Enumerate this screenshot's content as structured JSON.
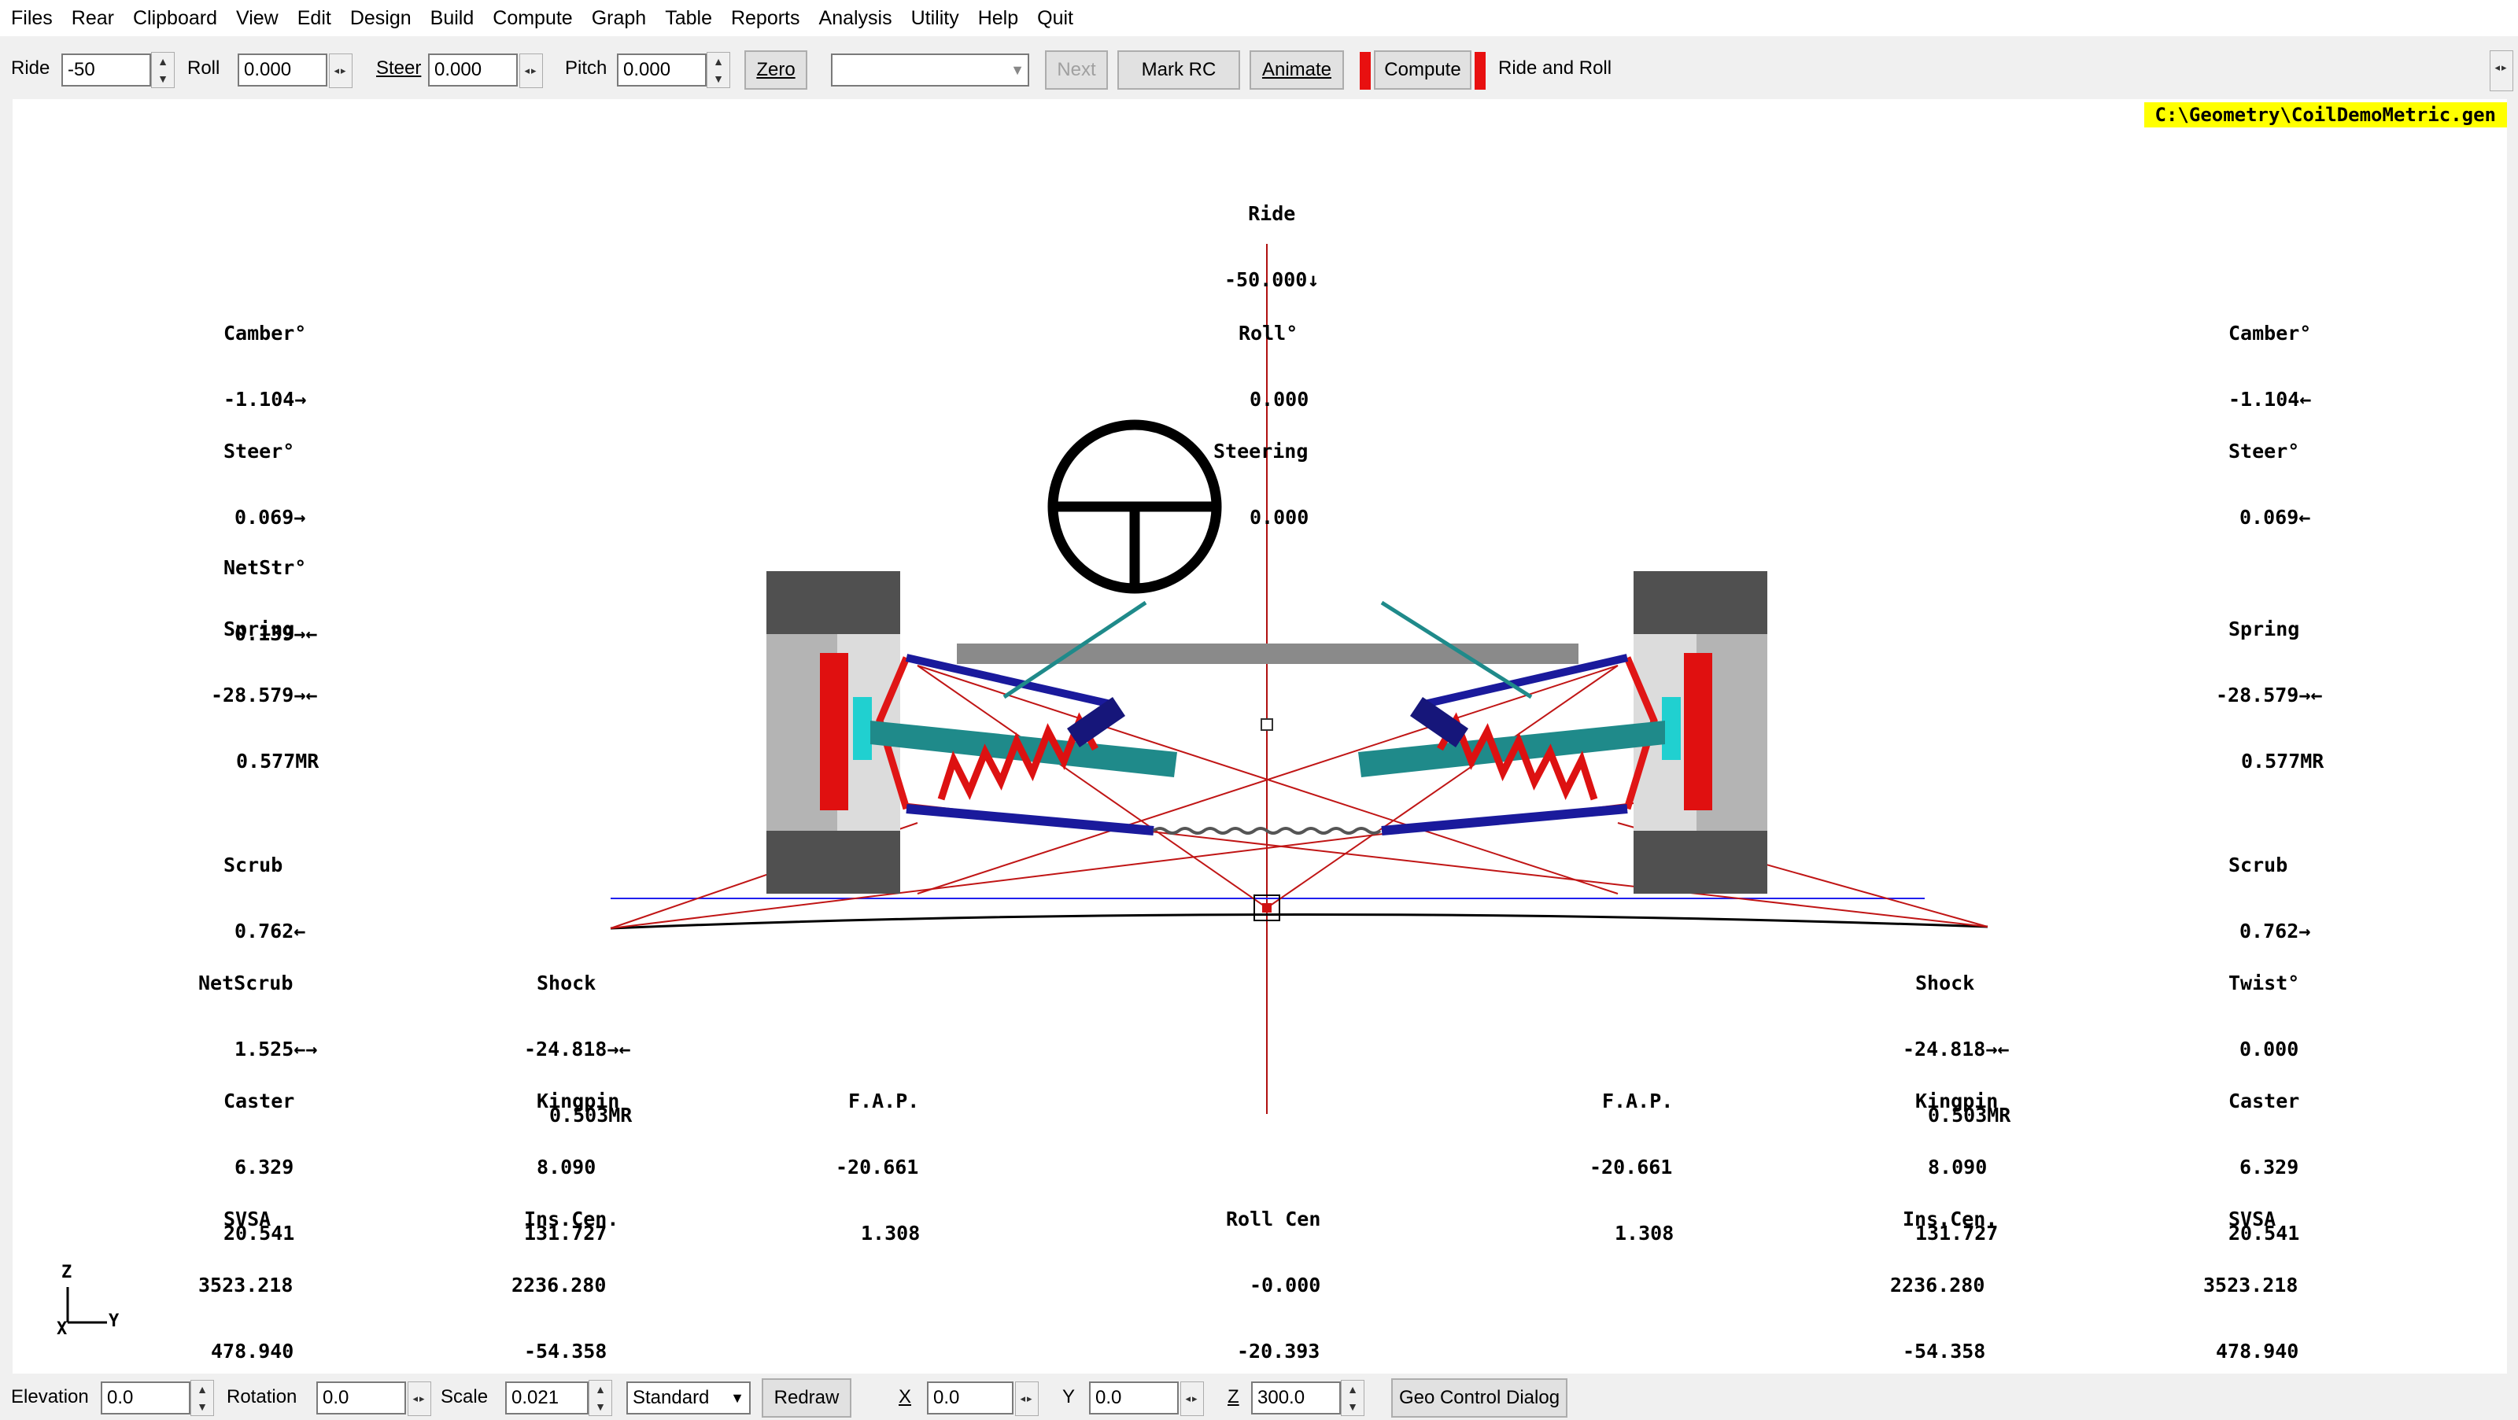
{
  "menu": [
    "Files",
    "Rear",
    "Clipboard",
    "View",
    "Edit",
    "Design",
    "Build",
    "Compute",
    "Graph",
    "Table",
    "Reports",
    "Analysis",
    "Utility",
    "Help",
    "Quit"
  ],
  "toolbar": {
    "ride_label": "Ride",
    "ride_value": "-50",
    "roll_label": "Roll",
    "roll_value": "0.000",
    "steer_label": "Steer",
    "steer_value": "0.000",
    "pitch_label": "Pitch",
    "pitch_value": "0.000",
    "zero_label": "Zero",
    "dropdown_value": "",
    "next_label": "Next",
    "mark_rc_label": "Mark RC",
    "animate_label": "Animate",
    "compute_label": "Compute",
    "ride_and_roll_label": "Ride and Roll"
  },
  "file_path": "C:\\Geometry\\CoilDemoMetric.gen",
  "readouts": {
    "ride": {
      "title": "Ride",
      "value": "-50.000↓"
    },
    "roll": {
      "title": "Roll°",
      "value": "0.000"
    },
    "steering": {
      "title": "Steering",
      "value": "0.000"
    },
    "left": {
      "camber": {
        "title": "Camber°",
        "value": "-1.104→"
      },
      "steer": {
        "title": "Steer°",
        "value": "0.069→"
      },
      "netstr": {
        "title": "NetStr°",
        "value": "0.139→←"
      },
      "spring": {
        "title": "Spring",
        "value": "-28.579→←",
        "mr": "0.577MR"
      },
      "scrub": {
        "title": "Scrub",
        "value": "0.762←"
      },
      "netscrub": {
        "title": "NetScrub",
        "value": "1.525←→"
      },
      "shock": {
        "title": "Shock",
        "value": "-24.818→←",
        "mr": "0.503MR"
      },
      "caster": {
        "title": "Caster",
        "v1": "6.329",
        "v2": "20.541"
      },
      "kingpin": {
        "title": "Kingpin",
        "v1": "8.090",
        "v2": "131.727"
      },
      "fap": {
        "title": "F.A.P.",
        "v1": "-20.661",
        "v2": "1.308"
      },
      "svsa": {
        "title": "SVSA",
        "v1": "3523.218",
        "v2": "478.940"
      },
      "inscen": {
        "title": "Ins.Cen.",
        "v1": "2236.280",
        "v2": "-54.358"
      }
    },
    "right": {
      "camber": {
        "title": "Camber°",
        "value": "-1.104←"
      },
      "steer": {
        "title": "Steer°",
        "value": "0.069←"
      },
      "spring": {
        "title": "Spring",
        "value": "-28.579→←",
        "mr": "0.577MR"
      },
      "scrub": {
        "title": "Scrub",
        "value": "0.762→"
      },
      "twist": {
        "title": "Twist°",
        "value": "0.000"
      },
      "shock": {
        "title": "Shock",
        "value": "-24.818→←",
        "mr": "0.503MR"
      },
      "caster": {
        "title": "Caster",
        "v1": "6.329",
        "v2": "20.541"
      },
      "kingpin": {
        "title": "Kingpin",
        "v1": "8.090",
        "v2": "131.727"
      },
      "fap": {
        "title": "F.A.P.",
        "v1": "-20.661",
        "v2": "1.308"
      },
      "svsa": {
        "title": "SVSA",
        "v1": "3523.218",
        "v2": "478.940"
      },
      "inscen": {
        "title": "Ins.Cen.",
        "v1": "2236.280",
        "v2": "-54.358"
      }
    },
    "rollcen": {
      "title": "Roll Cen",
      "v1": "-0.000",
      "v2": "-20.393"
    }
  },
  "axes": {
    "z": "Z",
    "x": "X",
    "y": "Y"
  },
  "bottom": {
    "elevation_label": "Elevation",
    "elevation_value": "0.0",
    "rotation_label": "Rotation",
    "rotation_value": "0.0",
    "scale_label": "Scale",
    "scale_value": "0.021",
    "view_mode": "Standard",
    "redraw_label": "Redraw",
    "x_label": "X",
    "x_value": "0.0",
    "y_label": "Y",
    "y_value": "0.0",
    "z_label": "Z",
    "z_value": "300.0",
    "geo_control_label": "Geo Control Dialog"
  },
  "colors": {
    "accent_red": "#e81010",
    "path_bg": "#ffff00",
    "arm_blue": "#1a1a9c",
    "shock_teal": "#1f8a8a",
    "spring_red": "#dd1111"
  }
}
